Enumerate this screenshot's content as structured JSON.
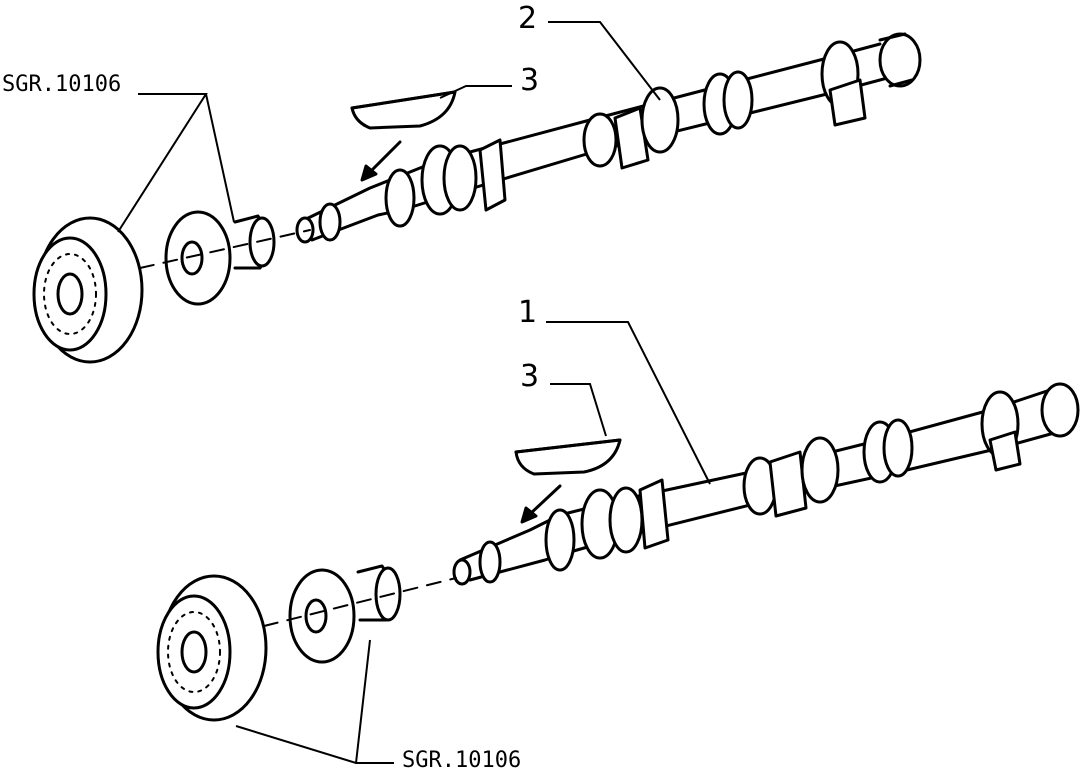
{
  "labels": {
    "upper_camshaft_number": "2",
    "upper_key_number": "3",
    "upper_ref": "SGR.10106",
    "lower_camshaft_number": "1",
    "lower_key_number": "3",
    "lower_ref": "SGR.10106"
  }
}
